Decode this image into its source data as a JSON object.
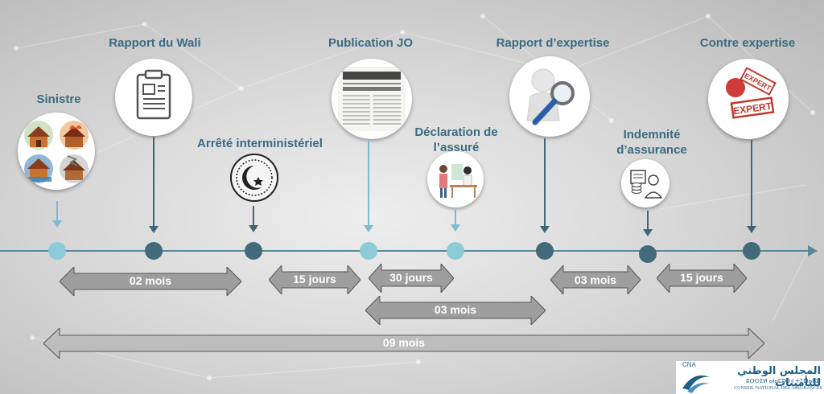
{
  "events": {
    "sinistre": {
      "label": "Sinistre"
    },
    "rapport_wali": {
      "label": "Rapport du Wali"
    },
    "arrete": {
      "label": "Arrêté interministériel"
    },
    "publication": {
      "label": "Publication JO"
    },
    "declaration": {
      "line1": "Déclaration de",
      "line2": "l’assuré"
    },
    "rapport_expertise": {
      "label": "Rapport d’expertise"
    },
    "indemnite": {
      "line1": "Indemnité",
      "line2": "d’assurance"
    },
    "contre_expertise": {
      "label": "Contre expertise"
    }
  },
  "durations": {
    "d1": "02 mois",
    "d2": "15 jours",
    "d3": "30 jours",
    "d4": "03 mois",
    "d5": "03 mois",
    "d6": "15 jours",
    "d7": "09 mois"
  },
  "stamps": {
    "expert": "EXPERT",
    "expert_top": "EXPERT"
  },
  "logo": {
    "abbr": "CNA",
    "arabic": "المجلس الوطني للتأمينات",
    "tifinagh": "ⵓⵙⵙⵉⵍ ⴰⵏⴰⵎⵓⵔ ⵏ ⵜⵉⵎⵏⴰⴹⵉⵏ",
    "french": "CONSEIL NATIONAL DES ASSURANCES"
  },
  "colors": {
    "label": "#3a6b80",
    "dark_dot": "#426a7b",
    "light_dot": "#8ccbd8",
    "arrow_fill": "#9e9e9e",
    "logo_blue": "#1f5f8b"
  }
}
